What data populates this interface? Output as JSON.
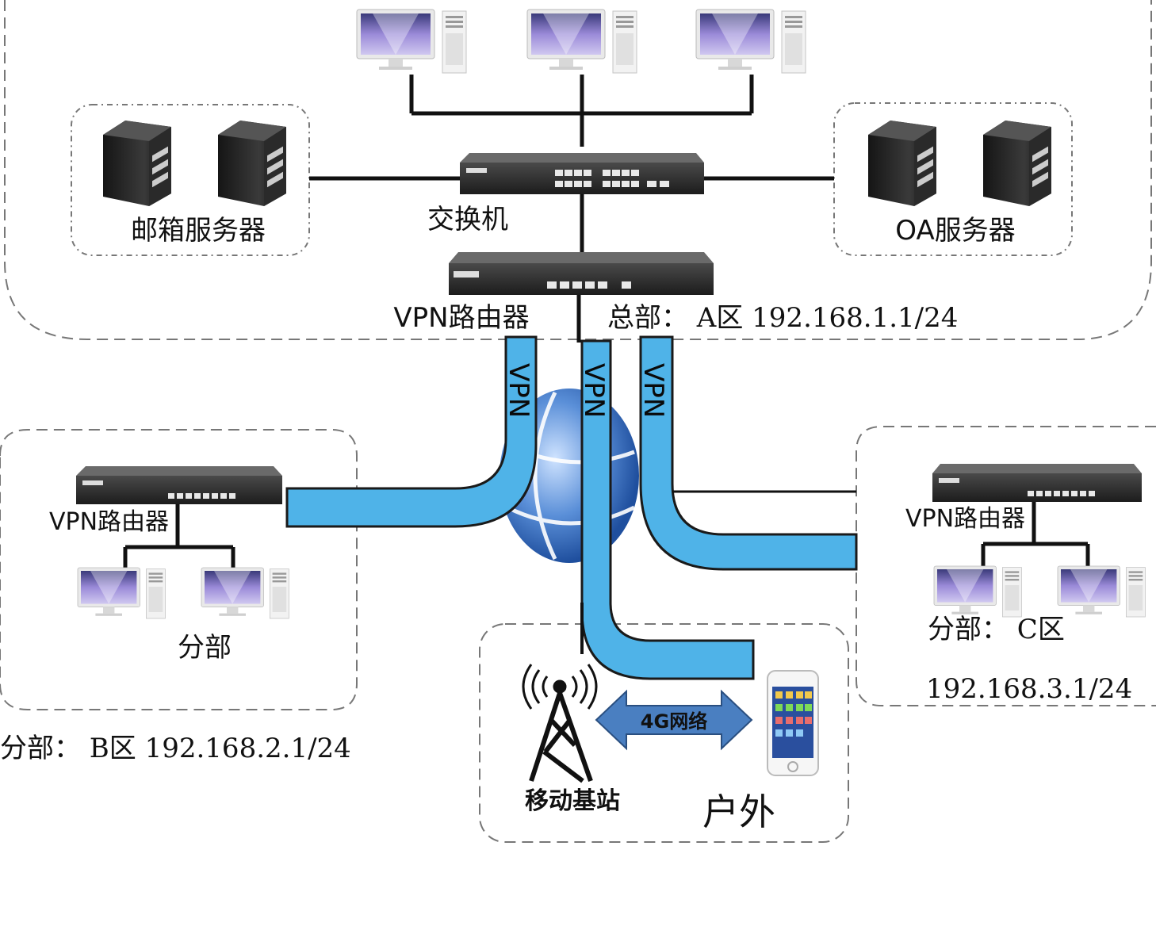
{
  "headquarters": {
    "mail_server_label": "邮箱服务器",
    "switch_label": "交换机",
    "oa_server_label": "OA服务器",
    "vpn_router_label": "VPN路由器",
    "zone_label": "总部： A区 192.168.1.1/24"
  },
  "tunnels": {
    "label_1": "VPN",
    "label_2": "VPN",
    "label_3": "VPN"
  },
  "branch_b": {
    "router_label": "VPN路由器",
    "branch_label": "分部",
    "zone_label": "分部： B区 192.168.2.1/24"
  },
  "branch_c": {
    "router_label": "VPN路由器",
    "zone_label": "分部： C区",
    "subnet_label": "192.168.3.1/24"
  },
  "outdoor": {
    "network_label": "4G网络",
    "base_station_label": "移动基站",
    "outdoor_label": "户外"
  },
  "colors": {
    "tunnel_fill": "#4fb3e8",
    "tunnel_stroke": "#1a1a1a",
    "arrow_fill": "#4a7fc1",
    "boundary": "#777777",
    "globe": "#5a8fd8"
  },
  "icons": {
    "workstation": "desktop-computer-icon",
    "server": "tower-server-icon",
    "switch": "network-switch-icon",
    "router": "vpn-router-icon",
    "tower": "cell-tower-icon",
    "phone": "smartphone-icon",
    "globe": "internet-globe-icon"
  }
}
